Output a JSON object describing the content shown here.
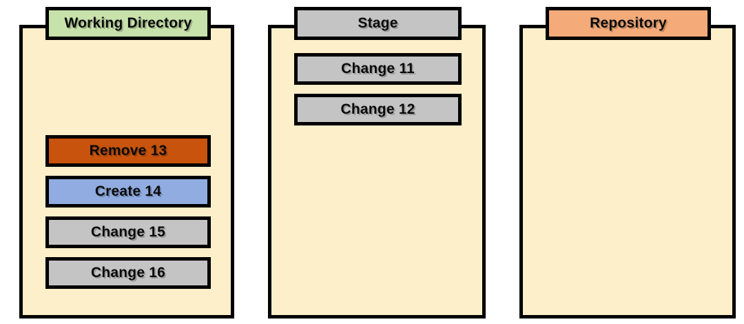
{
  "diagram": {
    "title": "Git areas diagram",
    "colors": {
      "panel_background": "#fdefc9",
      "border": "#000000",
      "working_directory_header": "#c8e2ab",
      "stage_header": "#c4c4c4",
      "repository_header": "#f4ab79",
      "change": "#c4c4c4",
      "remove": "#c8530c",
      "create": "#90ace0"
    },
    "columns": [
      {
        "id": "working-directory",
        "header": "Working Directory",
        "items": [
          {
            "label": "Remove 13",
            "kind": "remove"
          },
          {
            "label": "Create 14",
            "kind": "create"
          },
          {
            "label": "Change 15",
            "kind": "change"
          },
          {
            "label": "Change 16",
            "kind": "change"
          }
        ]
      },
      {
        "id": "stage",
        "header": "Stage",
        "items": [
          {
            "label": "Change 11",
            "kind": "change"
          },
          {
            "label": "Change 12",
            "kind": "change"
          }
        ]
      },
      {
        "id": "repository",
        "header": "Repository",
        "items": []
      }
    ]
  }
}
